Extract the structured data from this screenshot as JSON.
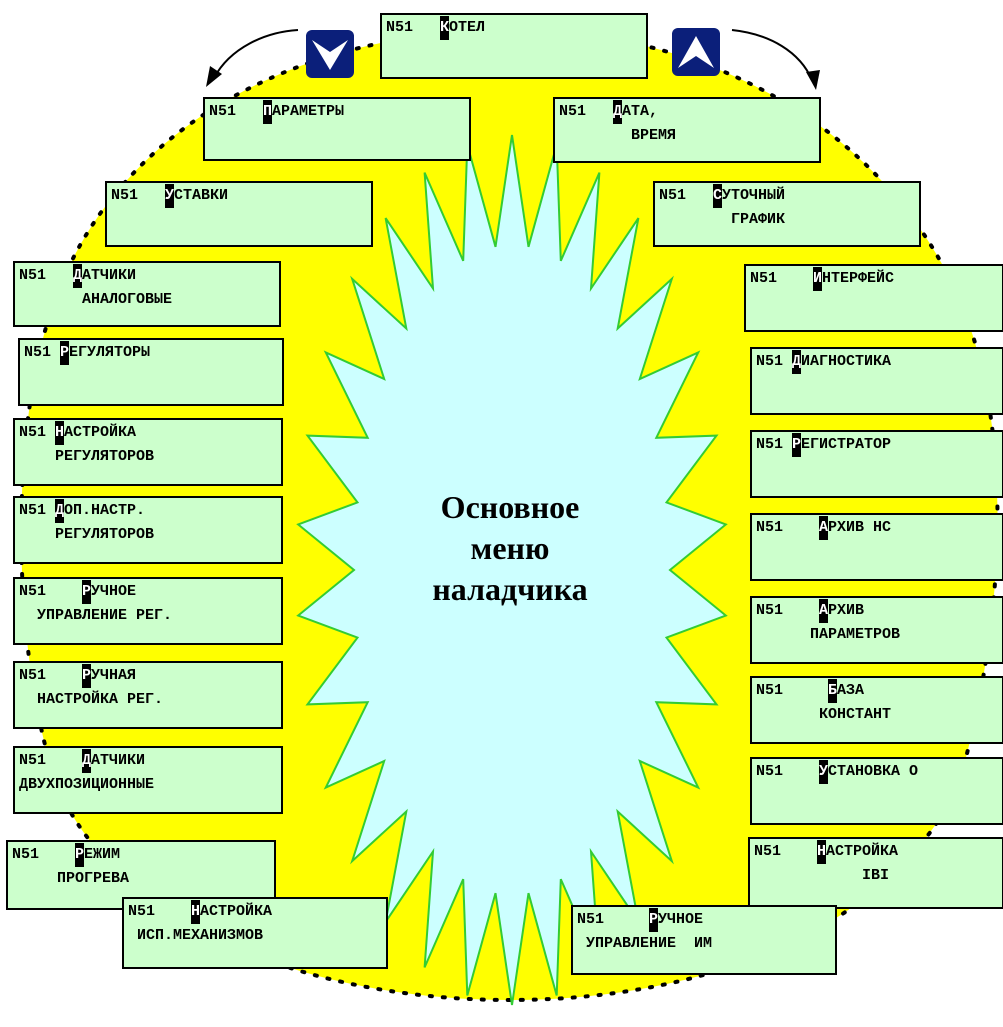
{
  "center_title": [
    "Основное",
    "меню",
    "наладчика"
  ],
  "colors": {
    "ring": "#ffff00",
    "star_fill": "#ccffff",
    "star_stroke": "#33cc33",
    "box_fill": "#ccffcc",
    "button": "#0b1f7a"
  },
  "icons": {
    "down_button": "chevron-down-icon",
    "up_button": "chevron-up-icon",
    "left_arrow": "curved-arrow-left-icon",
    "right_arrow": "curved-arrow-right-icon"
  },
  "menu_items": [
    {
      "id": "kotel",
      "prefix": "N51   ",
      "cursor": "К",
      "lines": [
        "ОТЕЛ"
      ]
    },
    {
      "id": "parametry",
      "prefix": "N51   ",
      "cursor": "П",
      "lines": [
        "АРАМЕТРЫ"
      ]
    },
    {
      "id": "data-vremya",
      "prefix": "N51   ",
      "cursor": "Д",
      "lines": [
        "АТА,",
        "        ВРЕМЯ"
      ]
    },
    {
      "id": "ustavki",
      "prefix": "N51   ",
      "cursor": "У",
      "lines": [
        "СТАВКИ"
      ]
    },
    {
      "id": "sutochny-grafik",
      "prefix": "N51   ",
      "cursor": "С",
      "lines": [
        "УТОЧНЫЙ",
        "        ГРАФИК"
      ]
    },
    {
      "id": "datchiki-analogovye",
      "prefix": "N51   ",
      "cursor": "Д",
      "lines": [
        "АТЧИКИ",
        "       АНАЛОГОВЫЕ"
      ]
    },
    {
      "id": "interfeys",
      "prefix": "N51    ",
      "cursor": "И",
      "lines": [
        "НТЕРФЕЙС"
      ]
    },
    {
      "id": "regulyatory",
      "prefix": "N51 ",
      "cursor": "Р",
      "lines": [
        "ЕГУЛЯТОРЫ"
      ]
    },
    {
      "id": "diagnostika",
      "prefix": "N51 ",
      "cursor": "Д",
      "lines": [
        "ИАГНОСТИКА"
      ]
    },
    {
      "id": "nastroyka-regulyatorov",
      "prefix": "N51 ",
      "cursor": "Н",
      "lines": [
        "АСТРОЙКА",
        "    РЕГУЛЯТОРОВ"
      ]
    },
    {
      "id": "registrator",
      "prefix": "N51 ",
      "cursor": "Р",
      "lines": [
        "ЕГИСТРАТОР"
      ]
    },
    {
      "id": "dop-nastr-regulyatorov",
      "prefix": "N51 ",
      "cursor": "Д",
      "lines": [
        "ОП.НАСТР.",
        "    РЕГУЛЯТОРОВ"
      ]
    },
    {
      "id": "arkhiv-ns",
      "prefix": "N51    ",
      "cursor": "А",
      "lines": [
        "РХИВ НС"
      ]
    },
    {
      "id": "ruchnoe-upravlenie-reg",
      "prefix": "N51    ",
      "cursor": "Р",
      "lines": [
        "УЧНОЕ",
        "  УПРАВЛЕНИЕ РЕГ."
      ]
    },
    {
      "id": "arkhiv-parametrov",
      "prefix": "N51    ",
      "cursor": "А",
      "lines": [
        "РХИВ",
        "      ПАРАМЕТРОВ"
      ]
    },
    {
      "id": "ruchnaya-nastroyka-reg",
      "prefix": "N51    ",
      "cursor": "Р",
      "lines": [
        "УЧНАЯ",
        "  НАСТРОЙКА РЕГ."
      ]
    },
    {
      "id": "baza-konstant",
      "prefix": "N51     ",
      "cursor": "Б",
      "lines": [
        "АЗА",
        "       КОНСТАНТ"
      ]
    },
    {
      "id": "datchiki-dvukhpozitsionnye",
      "prefix": "N51    ",
      "cursor": "Д",
      "lines": [
        "АТЧИКИ",
        "ДВУХПОЗИЦИОННЫЕ"
      ]
    },
    {
      "id": "ustanovka-o",
      "prefix": "N51    ",
      "cursor": "У",
      "lines": [
        "СТАНОВКА О"
      ]
    },
    {
      "id": "rezhim-progreva",
      "prefix": "N51    ",
      "cursor": "Р",
      "lines": [
        "ЕЖИМ",
        "     ПРОГРЕВА"
      ]
    },
    {
      "id": "nastroyka-ibi",
      "prefix": "N51    ",
      "cursor": "Н",
      "lines": [
        "АСТРОЙКА",
        "            IBI"
      ]
    },
    {
      "id": "nastroyka-isp-mekhanizmov",
      "prefix": "N51    ",
      "cursor": "Н",
      "lines": [
        "АСТРОЙКА",
        " ИСП.МЕХАНИЗМОВ"
      ]
    },
    {
      "id": "ruchnoe-upravlenie-im",
      "prefix": "N51     ",
      "cursor": "Р",
      "lines": [
        "УЧНОЕ",
        " УПРАВЛЕНИЕ  ИМ"
      ]
    }
  ]
}
